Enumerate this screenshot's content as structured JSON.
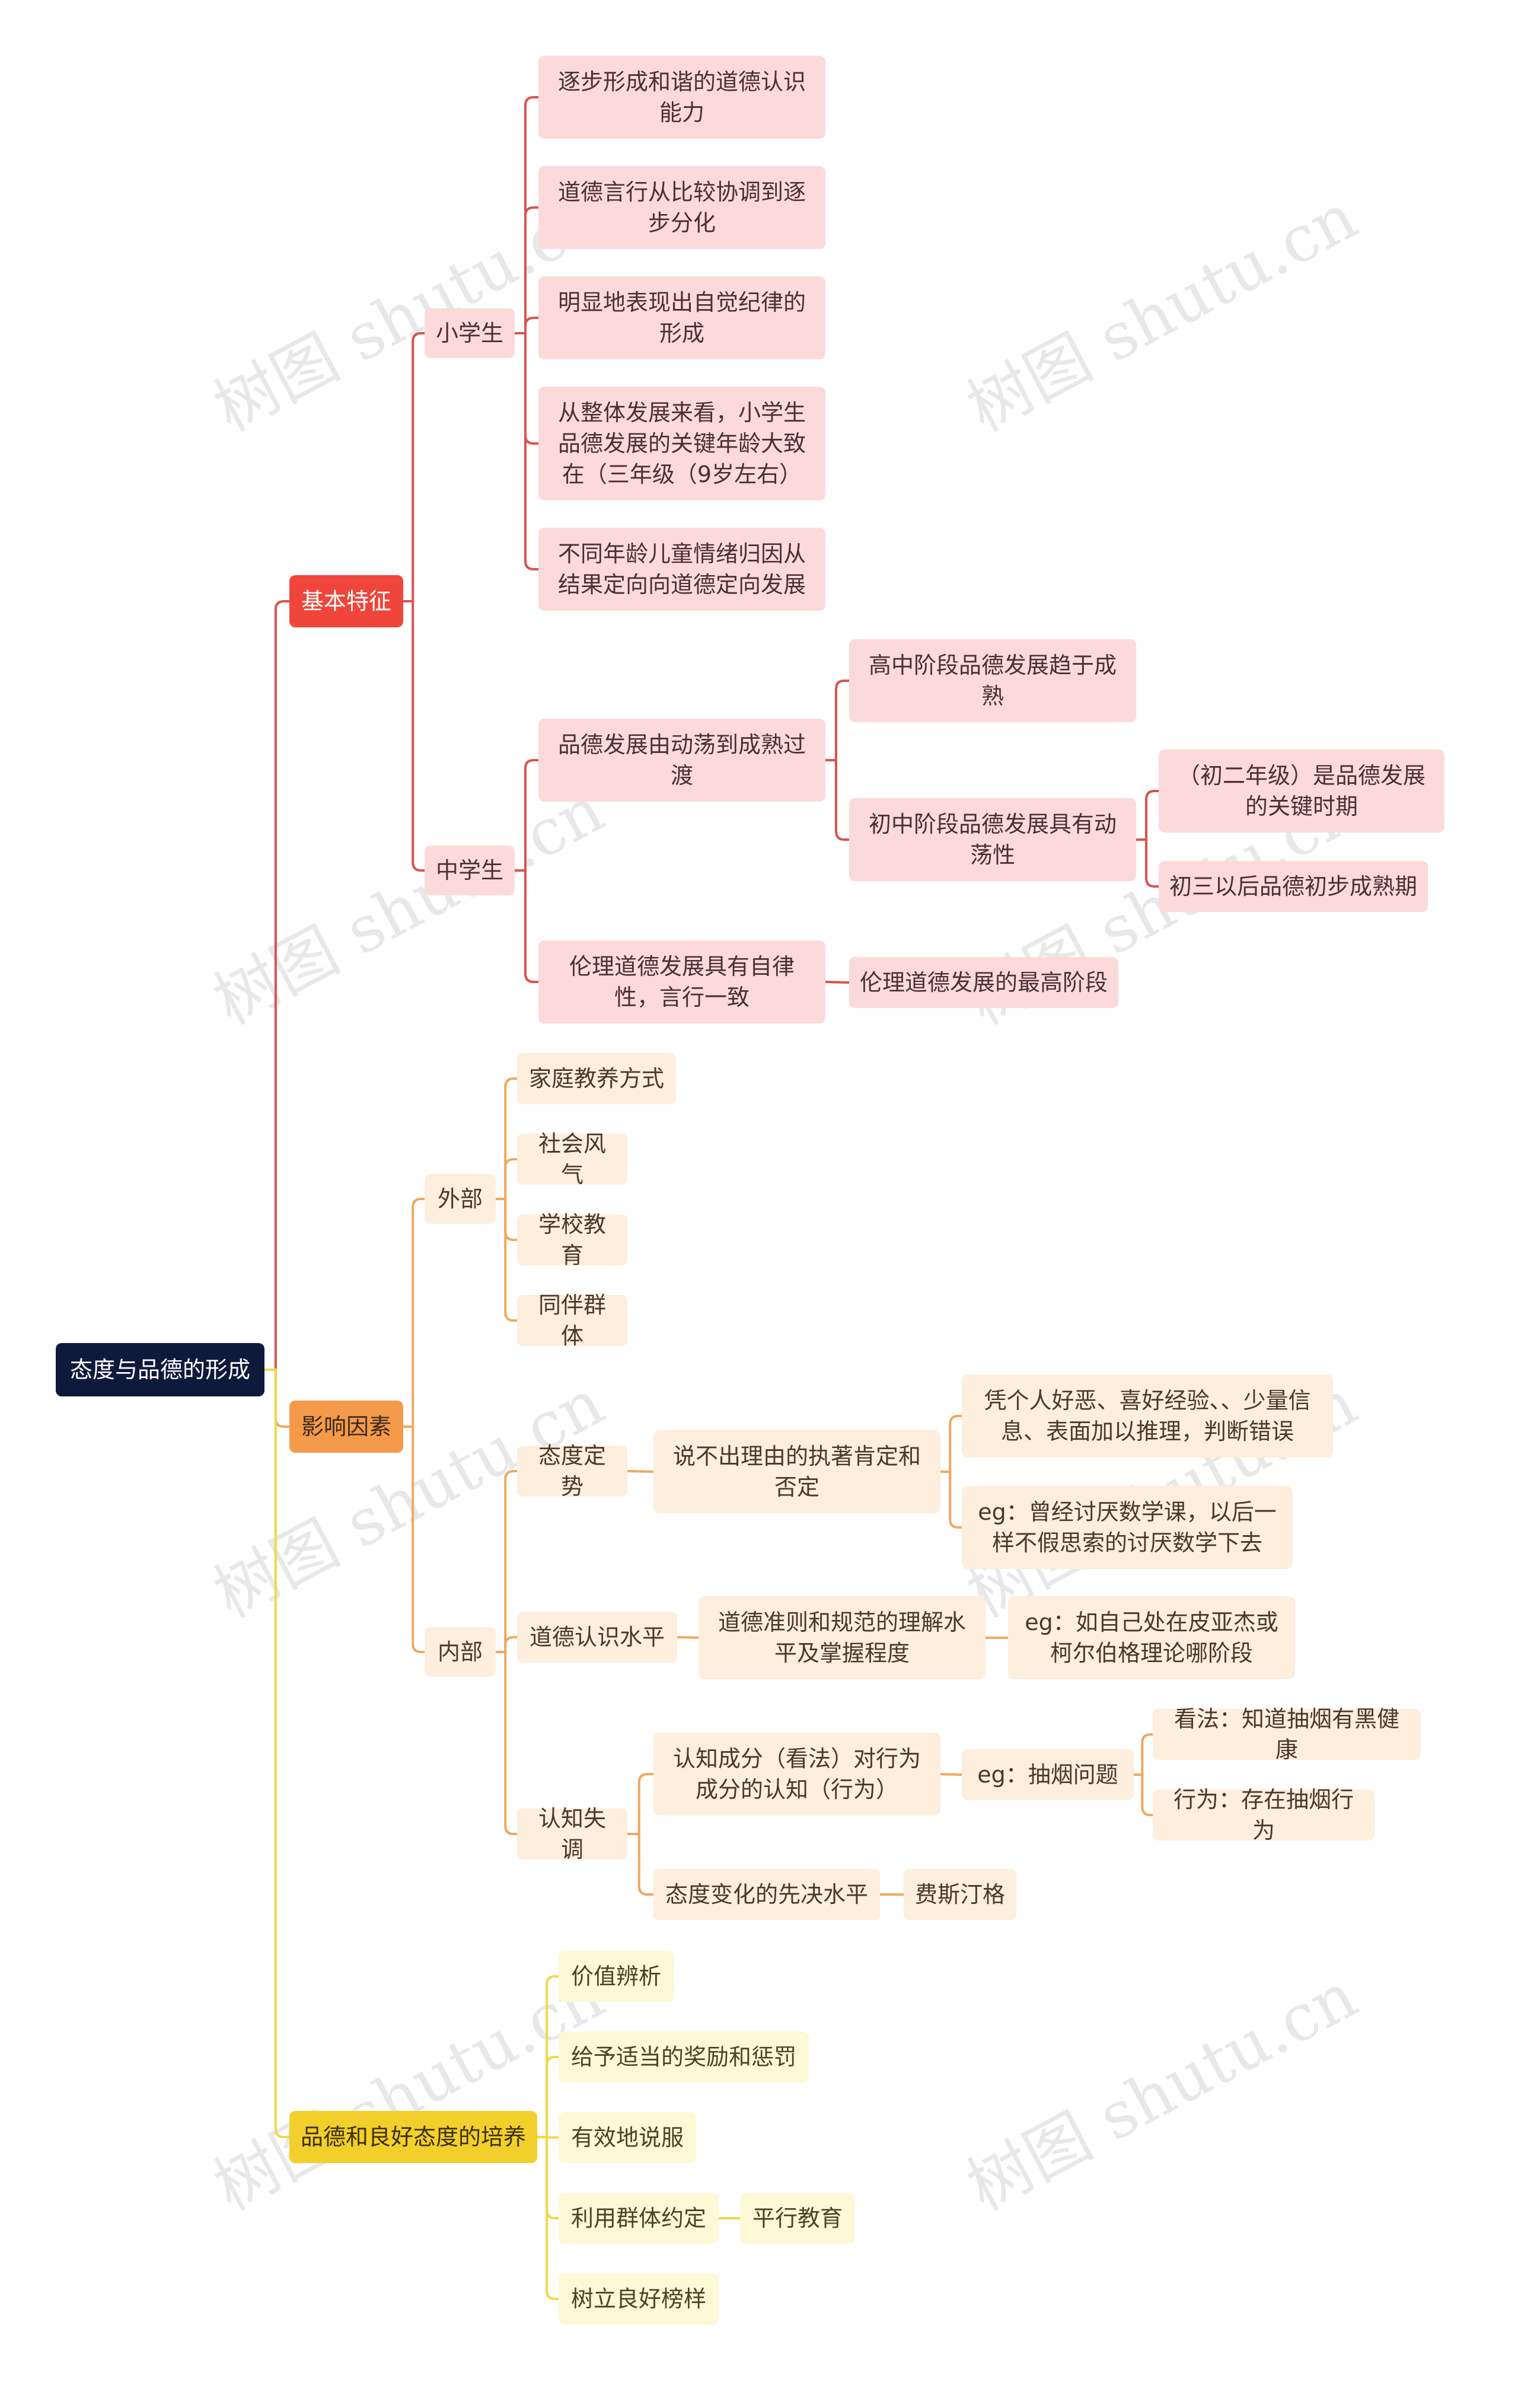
{
  "watermark": "树图 shutu.cn",
  "colors": {
    "red": "#d9534f",
    "orange": "#f0a860",
    "yellow": "#f0d84a",
    "root": "#0e1a3c"
  },
  "root": "态度与品德的形成",
  "branches": {
    "basic": {
      "label": "基本特征",
      "primary": {
        "label": "小学生",
        "items": [
          "逐步形成和谐的道德认识能力",
          "道德言行从比较协调到逐步分化",
          "明显地表现出自觉纪律的形成",
          "从整体发展来看，小学生品德发展的关键年龄大致在（三年级（9岁左右）",
          "不同年龄儿童情绪归因从结果定向向道德定向发展"
        ]
      },
      "middle": {
        "label": "中学生",
        "transition": "品德发展由动荡到成熟过渡",
        "high": "高中阶段品德发展趋于成熟",
        "junior": "初中阶段品德发展具有动荡性",
        "junior_a": "（初二年级）是品德发展的关键时期",
        "junior_b": "初三以后品德初步成熟期",
        "ethics": "伦理道德发展具有自律性，言行一致",
        "ethics_a": "伦理道德发展的最高阶段"
      }
    },
    "influence": {
      "label": "影响因素",
      "external": {
        "label": "外部",
        "items": [
          "家庭教养方式",
          "社会风气",
          "学校教育",
          "同伴群体"
        ]
      },
      "internal": {
        "label": "内部",
        "attitude": "态度定势",
        "attitude_desc": "说不出理由的执著肯定和否定",
        "attitude_a": "凭个人好恶、喜好经验、、少量信息、表面加以推理，判断错误",
        "attitude_b": "eg：曾经讨厌数学课，以后一样不假思索的讨厌数学下去",
        "moral": "道德认识水平",
        "moral_desc": "道德准则和规范的理解水平及掌握程度",
        "moral_a": "eg：如自己处在皮亚杰或柯尔伯格理论哪阶段",
        "dissonance": "认知失调",
        "dis_a": "认知成分（看法）对行为成分的认知（行为）",
        "dis_a_eg": "eg：抽烟问题",
        "dis_a_eg1": "看法：知道抽烟有黑健康",
        "dis_a_eg2": "行为：存在抽烟行为",
        "dis_b": "态度变化的先决水平",
        "dis_b_a": "费斯汀格"
      }
    },
    "cultivation": {
      "label": "品德和良好态度的培养",
      "items": [
        "价值辨析",
        "给予适当的奖励和惩罚",
        "有效地说服",
        "利用群体约定",
        "树立良好榜样"
      ],
      "group_child": "平行教育"
    }
  }
}
